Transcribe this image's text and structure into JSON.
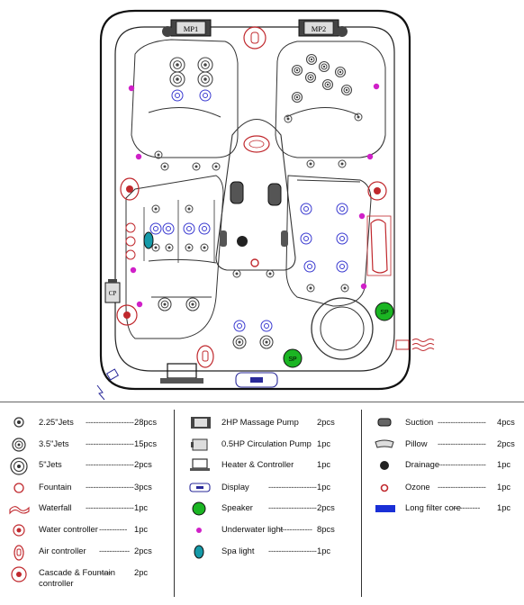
{
  "title": "",
  "diagram_labels": {
    "pump1": "MP1",
    "pump2": "MP2",
    "circulation_pump": "CP",
    "spa_light_badge_1": "SP",
    "spa_light_badge_2": "SP"
  },
  "legend": {
    "column_1": [
      {
        "icon": "jet-2-25-icon",
        "label": "2.25\"Jets",
        "dashes": "-------------------",
        "count": "28pcs"
      },
      {
        "icon": "jet-3-5-icon",
        "label": "3.5\"Jets",
        "dashes": "-------------------",
        "count": "15pcs"
      },
      {
        "icon": "jet-5-icon",
        "label": "5\"Jets",
        "dashes": "-------------------",
        "count": "2pcs"
      },
      {
        "icon": "fountain-icon",
        "label": "Fountain",
        "dashes": "-------------------",
        "count": "3pcs"
      },
      {
        "icon": "waterfall-icon",
        "label": "Waterfall",
        "dashes": "-------------------",
        "count": "1pc"
      },
      {
        "icon": "water-controller-icon",
        "label": "Water controller",
        "dashes": "-----------",
        "count": "1pc"
      },
      {
        "icon": "air-controller-icon",
        "label": "Air controller",
        "dashes": "------------",
        "count": "2pcs"
      },
      {
        "icon": "cascade-fountain-controller-icon",
        "label": "Cascade & Fountain",
        "label2": "controller",
        "dashes": "-----",
        "count": "2pc"
      }
    ],
    "column_2": [
      {
        "icon": "massage-pump-icon",
        "label": "2HP Massage Pump",
        "dashes": "",
        "count": "2pcs"
      },
      {
        "icon": "circulation-pump-icon",
        "label": "0.5HP Circulation Pump",
        "dashes": "",
        "count": "1pc"
      },
      {
        "icon": "heater-controller-icon",
        "label": "Heater & Controller",
        "dashes": "",
        "count": "1pc"
      },
      {
        "icon": "display-icon",
        "label": "Display",
        "dashes": "-------------------",
        "count": "1pc"
      },
      {
        "icon": "speaker-icon",
        "label": "Speaker",
        "dashes": "-------------------",
        "count": "2pcs"
      },
      {
        "icon": "underwater-light-icon",
        "label": "Underwater light",
        "dashes": "-------------",
        "count": "8pcs"
      },
      {
        "icon": "spa-light-icon",
        "label": "Spa light",
        "dashes": "-------------------",
        "count": "1pc"
      }
    ],
    "column_3": [
      {
        "icon": "suction-icon",
        "label": "Suction",
        "dashes": "-------------------",
        "count": "4pcs"
      },
      {
        "icon": "pillow-icon",
        "label": "Pillow",
        "dashes": "-------------------",
        "count": "2pcs"
      },
      {
        "icon": "drainage-icon",
        "label": "Drainage",
        "dashes": "-------------------",
        "count": "1pc"
      },
      {
        "icon": "ozone-icon",
        "label": "Ozone",
        "dashes": "-------------------",
        "count": "1pc"
      },
      {
        "icon": "long-filter-core-icon",
        "label": "Long filter core",
        "dashes": "-----------",
        "count": "1pc"
      }
    ]
  },
  "colors": {
    "outline": "#1a1a1a",
    "jet_gray": "#555555",
    "fountain_red": "#c0282d",
    "light_magenta": "#d020c8",
    "speaker_green": "#1bb523",
    "spa_teal": "#159aa8",
    "display_blue": "#2a2a9a",
    "filter_blue": "#1a2fd6",
    "water_blue": "#3a3ad0"
  }
}
